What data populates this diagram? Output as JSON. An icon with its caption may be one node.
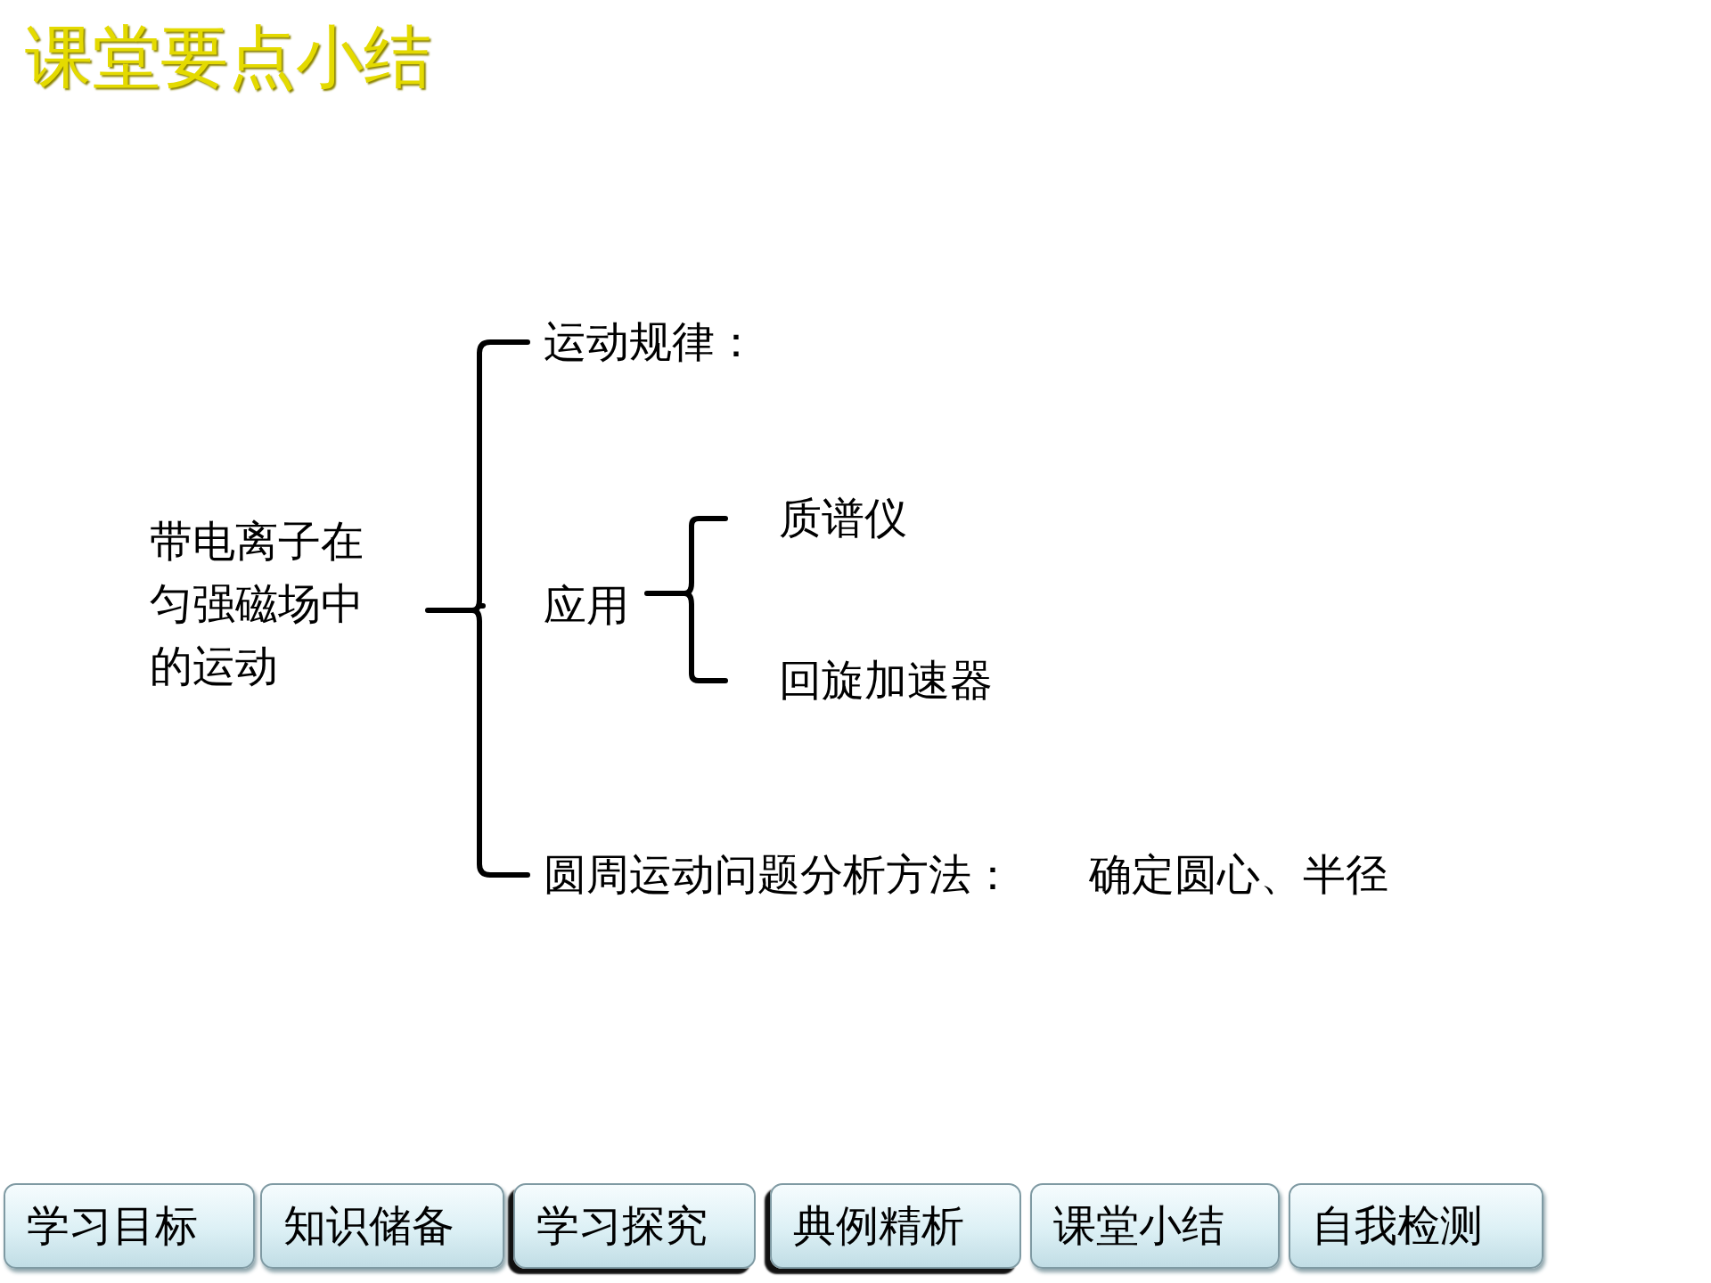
{
  "diagram": {
    "title": "课堂要点小结",
    "nodes": [
      {
        "text": [
          "带电离子在匀强磁场中的运动"
        ]
      },
      {
        "text": [
          "运动规律："
        ]
      },
      {
        "text": [
          "应用"
        ]
      },
      {
        "text": [
          "质谱仪"
        ]
      },
      {
        "text": [
          "回旋加速器"
        ]
      },
      {
        "text": [
          "圆周运动问题分析方法：",
          "确定圆心、半径"
        ]
      },
      {
        "text": [
          "学习目标"
        ]
      },
      {
        "text": [
          "知识储备"
        ]
      },
      {
        "text": [
          "学习探究"
        ]
      },
      {
        "text": [
          "典例精析"
        ]
      },
      {
        "text": [
          "课堂小结"
        ]
      },
      {
        "text": [
          "自我检测"
        ]
      }
    ],
    "edges": [
      {
        "from": 0,
        "to": 1,
        "arrow": "none"
      },
      {
        "from": 0,
        "to": 2,
        "arrow": "none"
      },
      {
        "from": 0,
        "to": 5,
        "arrow": "none"
      },
      {
        "from": 2,
        "to": 3,
        "arrow": "none"
      },
      {
        "from": 2,
        "to": 4,
        "arrow": "none"
      }
    ]
  }
}
